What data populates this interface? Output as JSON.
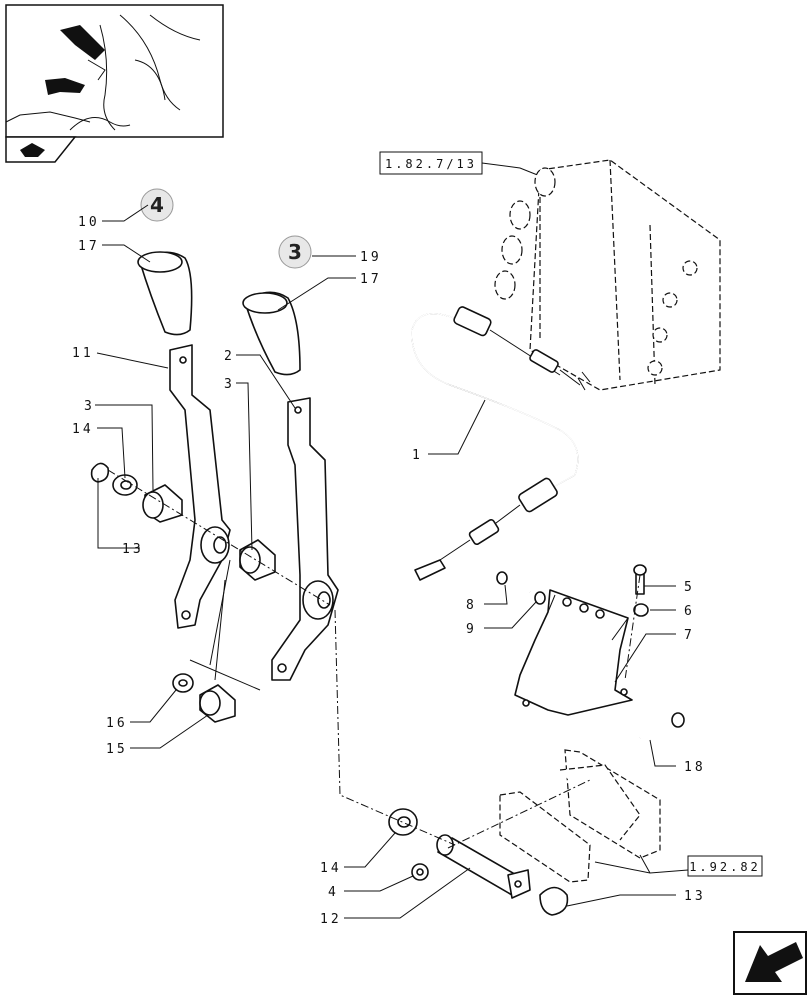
{
  "callouts": {
    "c10": "10",
    "c17a": "17",
    "c19": "19",
    "c17b": "17",
    "c11": "11",
    "c2": "2",
    "c3a": "3",
    "c3b": "3",
    "c14a": "14",
    "c13a": "13",
    "c1": "1",
    "c5": "5",
    "c6": "6",
    "c8": "8",
    "c9": "9",
    "c7": "7",
    "c16": "16",
    "c15": "15",
    "c18": "18",
    "c14b": "14",
    "c4": "4",
    "c12": "12",
    "c13b": "13"
  },
  "badges": {
    "b4": "4",
    "b3": "3"
  },
  "references": {
    "r1": "1.82.7/13",
    "r2": "1.92.82"
  }
}
